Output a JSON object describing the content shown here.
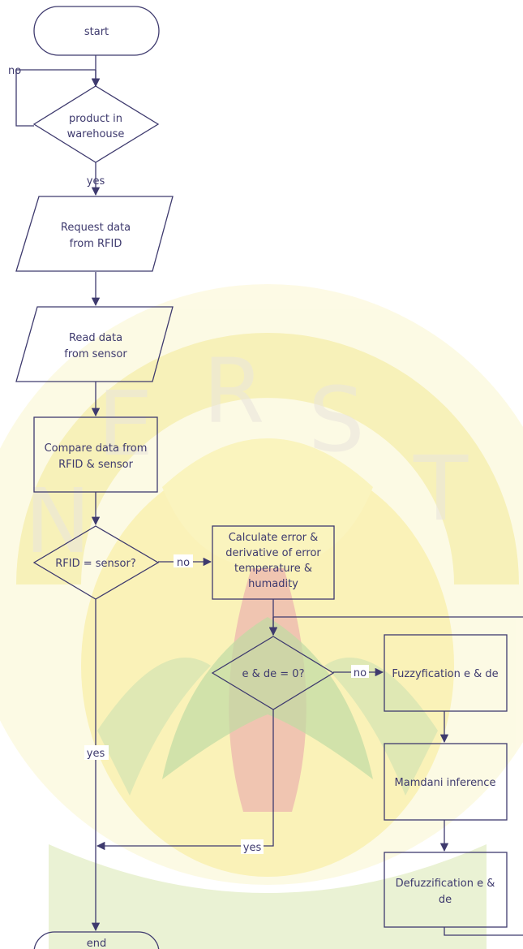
{
  "flowchart": {
    "nodes": {
      "start": "start",
      "product_in_warehouse": [
        "product in",
        "warehouse"
      ],
      "request_rfid": [
        "Request data",
        "from RFID"
      ],
      "read_sensor": [
        "Read data",
        "from sensor"
      ],
      "compare": [
        "Compare data from",
        "RFID & sensor"
      ],
      "rfid_eq_sensor": "RFID =  sensor?",
      "calc_error": [
        "Calculate error &",
        "derivative of error",
        "temperature &",
        "humadity"
      ],
      "e_de_zero": "e & de = 0?",
      "fuzzyfication": "Fuzzyfication e & de",
      "mamdani": "Mamdani inference",
      "defuzzification": [
        "Defuzzification e &",
        "de"
      ],
      "end": "end"
    },
    "edge_labels": {
      "warehouse_no": "no",
      "warehouse_yes": "yes",
      "rfid_no": "no",
      "rfid_yes": "yes",
      "e_de_no": "no",
      "e_de_yes": "yes"
    }
  },
  "colors": {
    "stroke": "#3e3a6e",
    "watermark_yellow": "#f2e34a",
    "watermark_green": "#8dbf5a",
    "watermark_red": "#d8606a"
  }
}
